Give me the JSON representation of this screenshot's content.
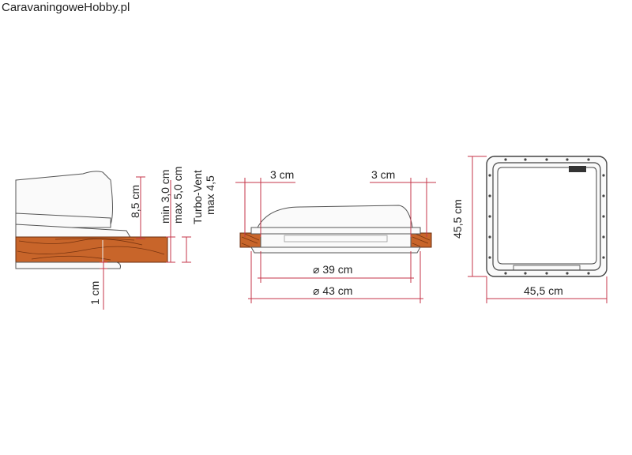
{
  "watermark": "CaravaningoweHobby.pl",
  "colors": {
    "dimension_line": "#c4364a",
    "wood": "#c8652a",
    "outline": "#555555"
  },
  "left_view": {
    "height_label": "8,5 cm",
    "roof_thickness_label_1": "min 3,0 cm",
    "roof_thickness_label_2": "max 5,0 cm",
    "turbo_label_1": "Turbo-Vent",
    "turbo_label_2": "max 4,5",
    "flange_label": "1 cm"
  },
  "middle_view": {
    "left_gap_label": "3 cm",
    "right_gap_label": "3 cm",
    "inner_diameter_label": "⌀ 39 cm",
    "outer_diameter_label": "⌀ 43 cm"
  },
  "right_view": {
    "height_label": "45,5 cm",
    "width_label": "45,5 cm"
  }
}
